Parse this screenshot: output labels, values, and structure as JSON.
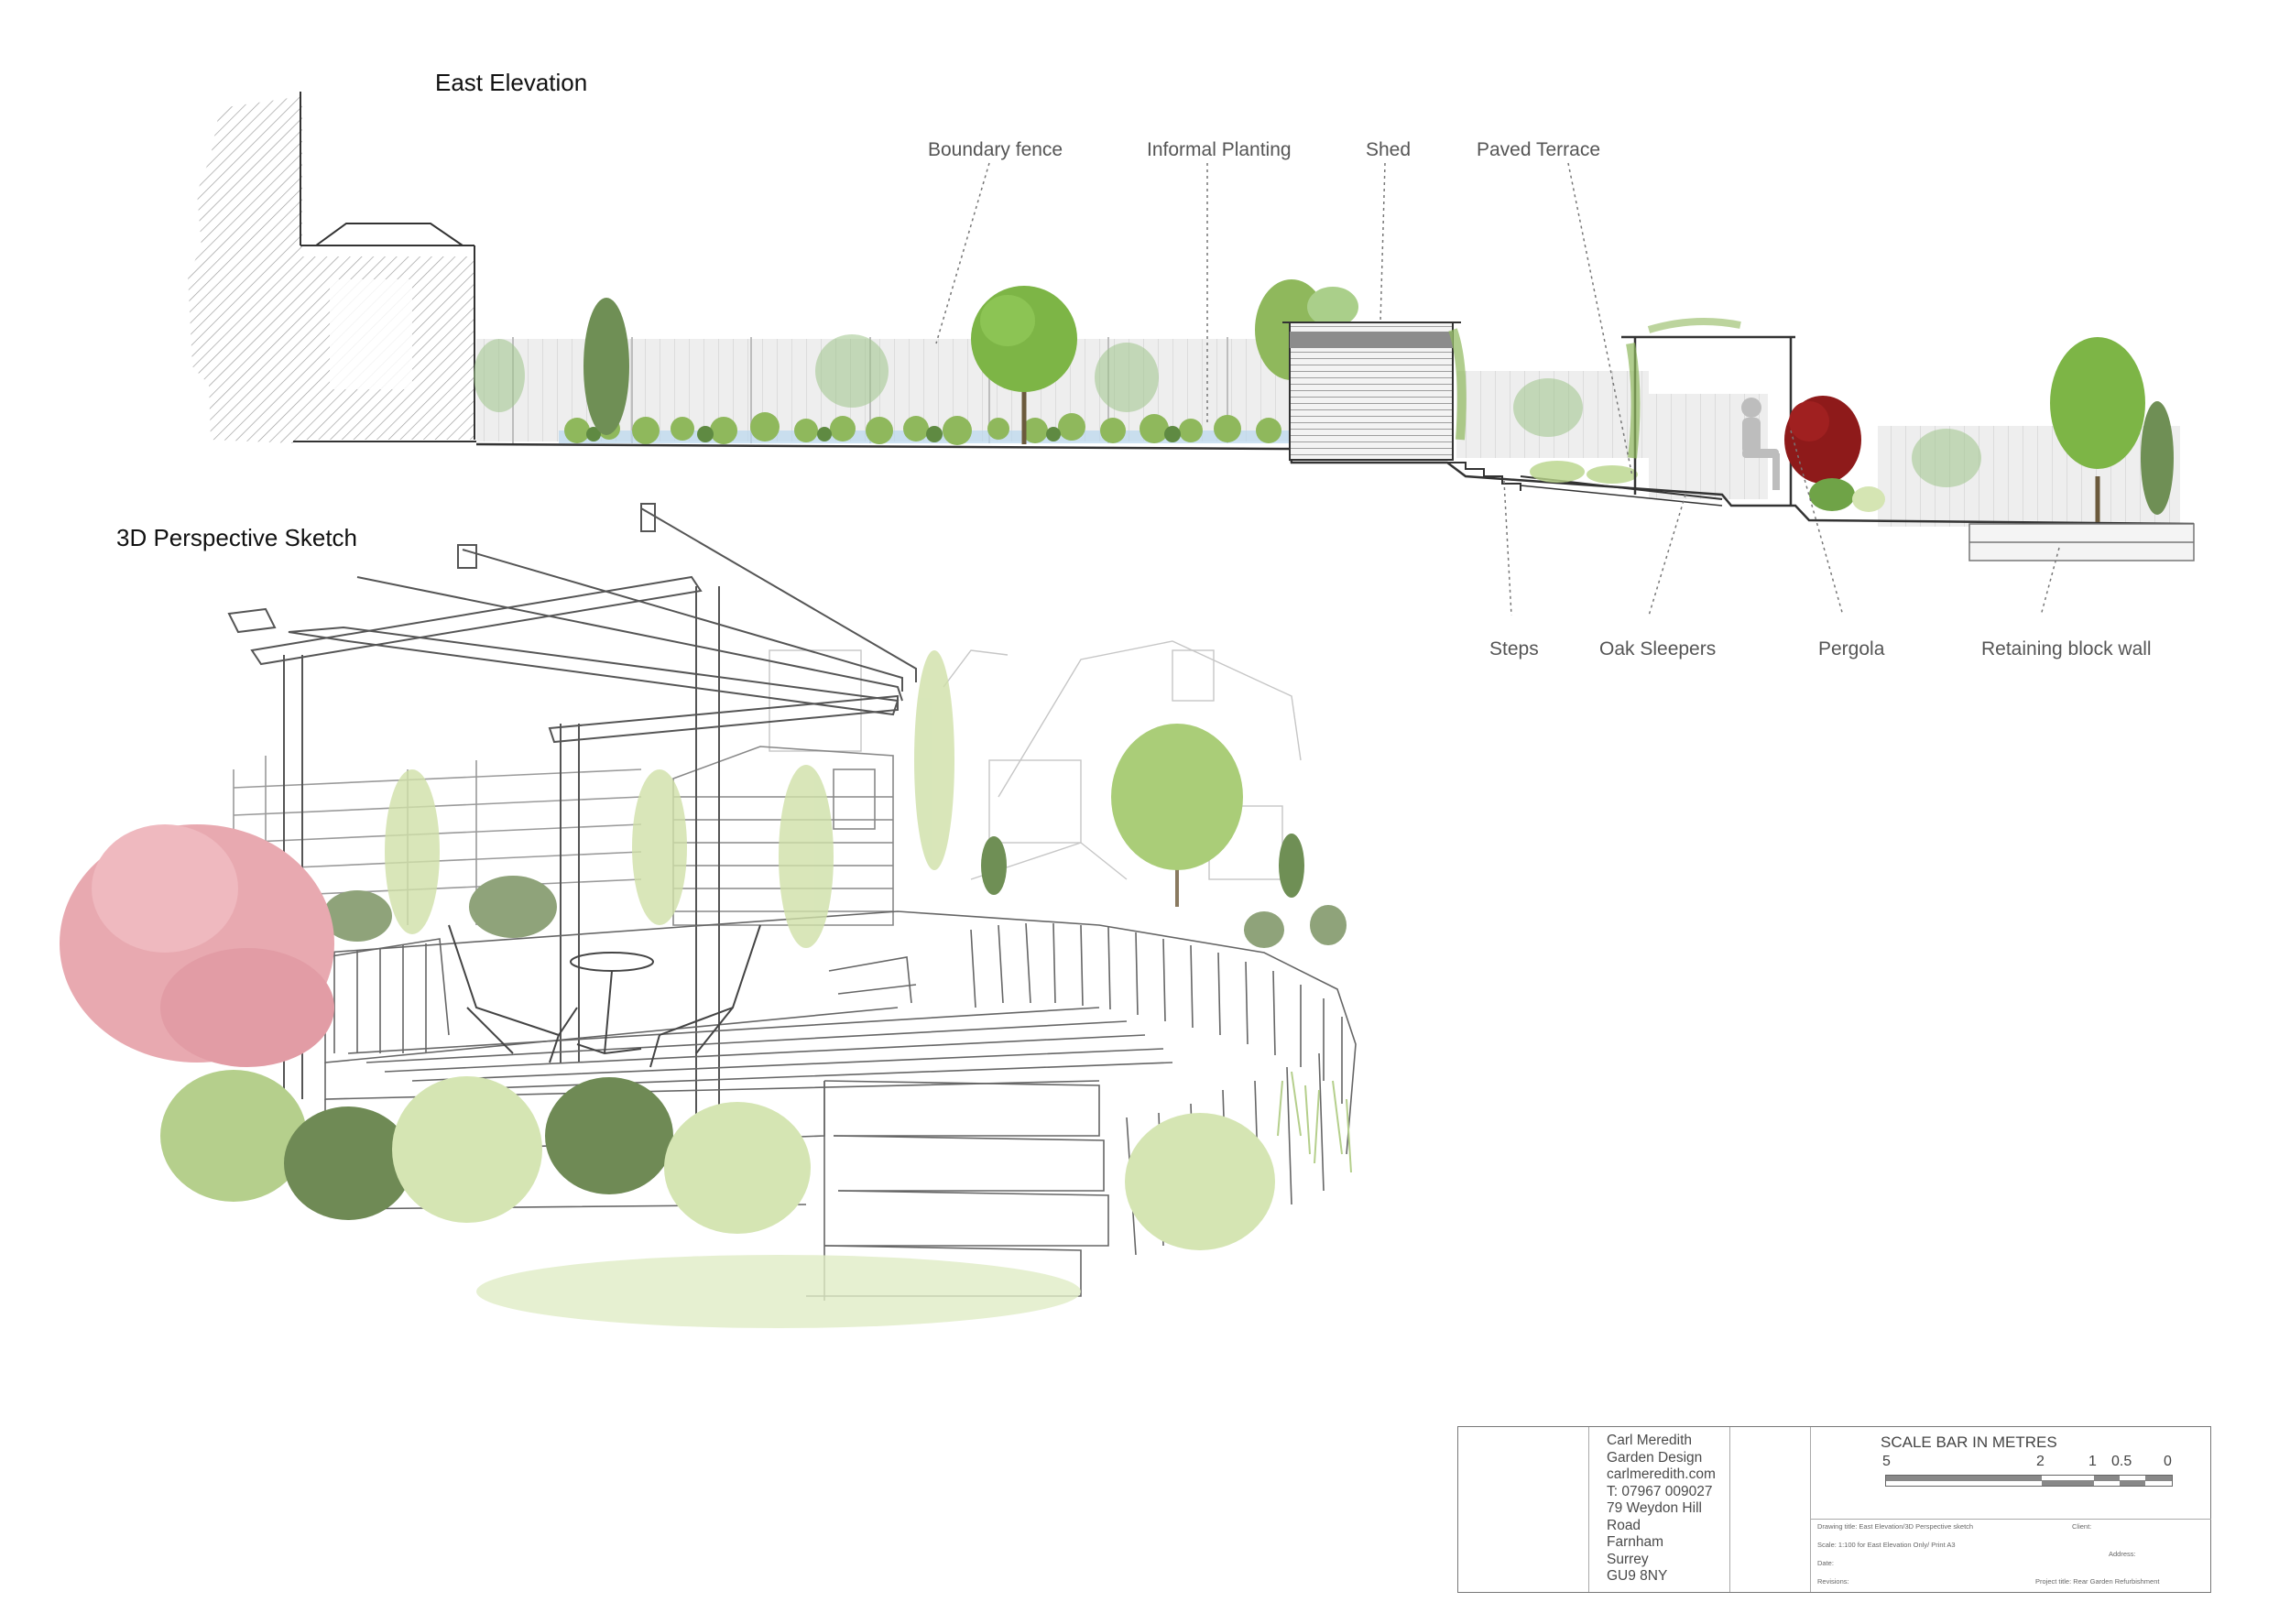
{
  "headings": {
    "east_elevation": "East Elevation",
    "perspective": "3D Perspective Sketch"
  },
  "callouts_top": [
    "Boundary fence",
    "Informal Planting",
    "Shed",
    "Paved Terrace"
  ],
  "callouts_bottom": [
    "Steps",
    "Oak Sleepers",
    "Pergola",
    "Retaining block wall"
  ],
  "title_block": {
    "designer_lines": [
      "Carl Meredith",
      "Garden Design",
      "carlmeredith.com",
      "T: 07967 009027",
      "79 Weydon Hill",
      "Road",
      "Farnham",
      "Surrey",
      "GU9 8NY"
    ],
    "scale_bar_title": "SCALE BAR IN METRES",
    "scale_numbers": [
      "5",
      "2",
      "1",
      "0.5",
      "0"
    ],
    "drawing_title": "Drawing title:  East Elevation/3D Perspective sketch",
    "client": "Client:",
    "scale": "Scale:  1:100 for East Elevation Only/ Print A3",
    "address": "Address:",
    "date": "Date:",
    "revisions": "Revisions:",
    "project_title": "Project title: Rear Garden Refurbishment"
  },
  "colors": {
    "fence_grey": "#d9d9d9",
    "tree_green": "#7db546",
    "dark_green": "#6f8f55",
    "pale_green": "#d5e5b3",
    "red_acer": "#8e1a1a",
    "pink_acer": "#e8a9b0",
    "line": "#555555"
  }
}
